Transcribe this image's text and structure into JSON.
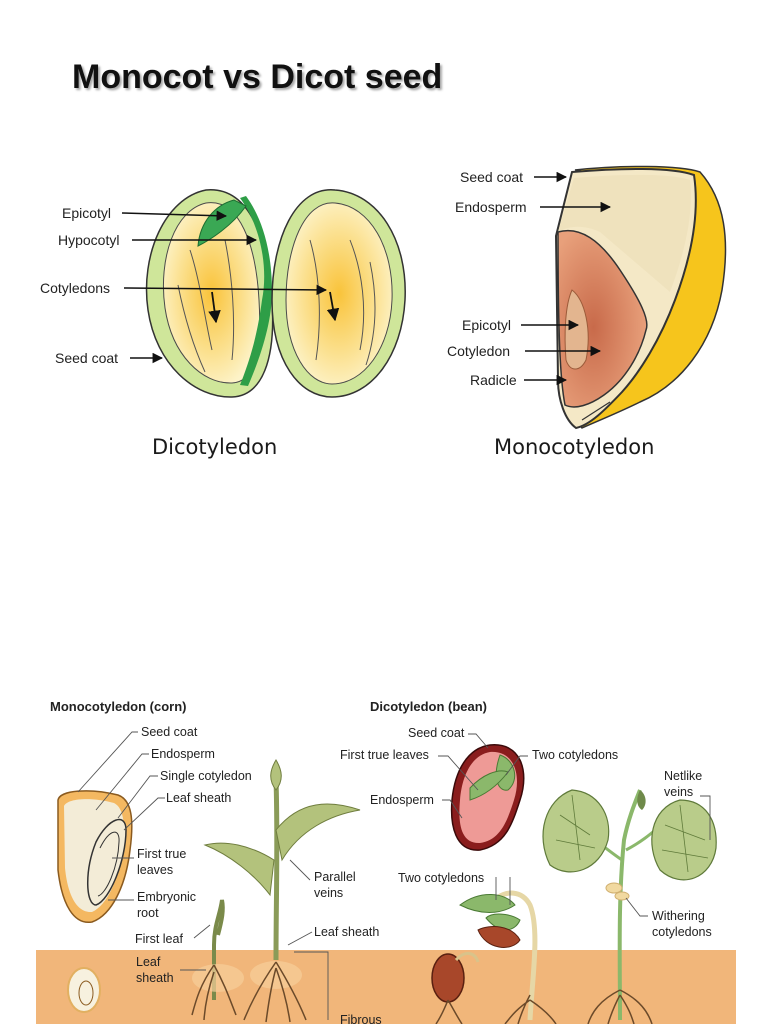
{
  "title": "Monocot vs Dicot seed",
  "top_diagram": {
    "dicot": {
      "caption": "Dicotyledon",
      "labels": {
        "epicotyl": "Epicotyl",
        "hypocotyl": "Hypocotyl",
        "cotyledons": "Cotyledons",
        "seed_coat": "Seed coat"
      }
    },
    "monocot": {
      "caption": "Monocotyledon",
      "labels": {
        "seed_coat": "Seed coat",
        "endosperm": "Endosperm",
        "epicotyl": "Epicotyl",
        "cotyledon": "Cotyledon",
        "radicle": "Radicle"
      }
    }
  },
  "bottom_diagram": {
    "monocot": {
      "heading": "Monocotyledon (corn)",
      "labels": {
        "seed_coat": "Seed coat",
        "endosperm": "Endosperm",
        "single_cotyledon": "Single cotyledon",
        "leaf_sheath_top": "Leaf sheath",
        "first_true_leaves_1": "First true",
        "first_true_leaves_2": "leaves",
        "embryonic_root_1": "Embryonic",
        "embryonic_root_2": "root",
        "parallel_veins_1": "Parallel",
        "parallel_veins_2": "veins",
        "leaf_sheath_mid": "Leaf sheath",
        "first_leaf": "First leaf",
        "leaf_sheath_low_1": "Leaf",
        "leaf_sheath_low_2": "sheath",
        "fibrous": "Fibrous"
      }
    },
    "dicot": {
      "heading": "Dicotyledon (bean)",
      "labels": {
        "seed_coat": "Seed coat",
        "first_true_leaves": "First true leaves",
        "two_cotyledons_top": "Two cotyledons",
        "endosperm": "Endosperm",
        "netlike_veins_1": "Netlike",
        "netlike_veins_2": "veins",
        "two_cotyledons_mid": "Two cotyledons",
        "withering_1": "Withering",
        "withering_2": "cotyledons"
      }
    }
  }
}
